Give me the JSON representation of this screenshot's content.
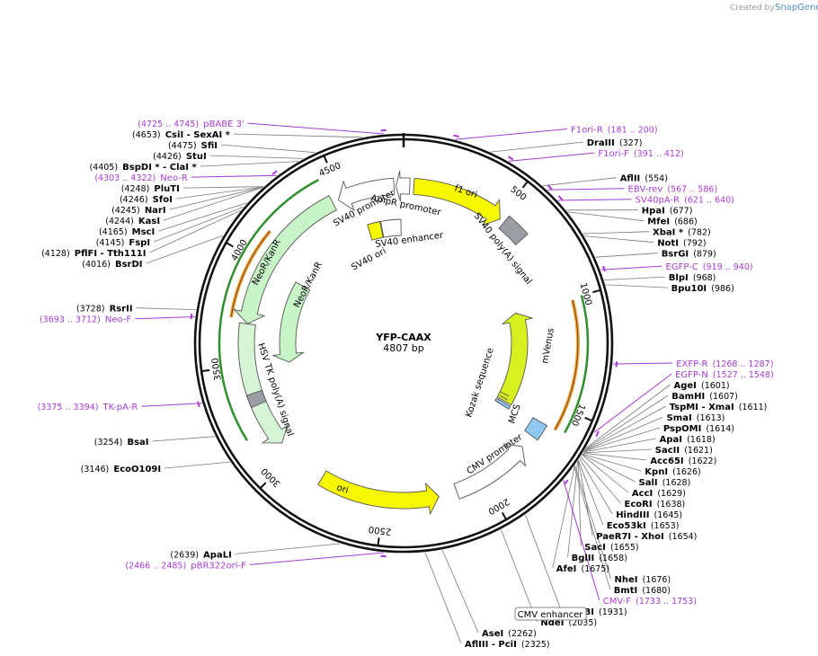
{
  "credit": {
    "prefix": "Created by",
    "brand": "SnapGene"
  },
  "plasmid": {
    "name": "YFP-CAAX",
    "size_label": "4807 bp",
    "length": 4807
  },
  "ticks": [
    {
      "pos": 500,
      "label": "500"
    },
    {
      "pos": 1000,
      "label": "1000"
    },
    {
      "pos": 1500,
      "label": "1500"
    },
    {
      "pos": 2000,
      "label": "2000"
    },
    {
      "pos": 2500,
      "label": "2500"
    },
    {
      "pos": 3000,
      "label": "3000"
    },
    {
      "pos": 3500,
      "label": "3500"
    },
    {
      "pos": 4000,
      "label": "4000"
    },
    {
      "pos": 4500,
      "label": "4500"
    }
  ],
  "features": [
    {
      "name": "f1 ori",
      "start": 50,
      "end": 505,
      "track": 1,
      "color": "#f7f700",
      "dir": 1,
      "arrow": true
    },
    {
      "name": "SV40 poly(A) signal",
      "start": 530,
      "end": 650,
      "track": 1,
      "color": "#9a9ea4",
      "dir": 0,
      "arrow": false
    },
    {
      "name": "mVenus",
      "start": 1000,
      "end": 1600,
      "track": 2,
      "color": "#d8f020",
      "dir": -1,
      "arrow": true
    },
    {
      "name": "EXFP tail",
      "start": 1610,
      "end": 1630,
      "track": 2,
      "color": "#8fc0f0",
      "dir": 0,
      "arrow": false
    },
    {
      "name": "MCS",
      "start": 1601,
      "end": 1680,
      "track": 1,
      "color": "#8fc8f0",
      "dir": 0,
      "arrow": false
    },
    {
      "name": "CMV promoter",
      "start": 1750,
      "end": 2140,
      "track": 1,
      "color": "#ffffff",
      "dir": -1,
      "arrow": true
    },
    {
      "name": "ori",
      "start": 2230,
      "end": 2820,
      "track": 1,
      "color": "#f7f700",
      "dir": -1,
      "arrow": true
    },
    {
      "name": "HSV TK poly(A) signal",
      "start": 3080,
      "end": 3700,
      "track": 1,
      "color": "#d6f5d6",
      "dir": -1,
      "arrow": true
    },
    {
      "name": "NeoR/KanR",
      "start": 3700,
      "end": 4450,
      "track": 1,
      "color": "#c8f5c8",
      "dir": -1,
      "arrow": true
    },
    {
      "name": "NeoR/KanR",
      "start": 3480,
      "end": 4000,
      "track": 2,
      "color": "#c8f5c8",
      "dir": -1,
      "arrow": true
    },
    {
      "name": "SV40 promoter",
      "start": 4480,
      "end": 4760,
      "track": 1,
      "color": "#ffffff",
      "dir": -1,
      "arrow": true
    },
    {
      "name": "AmpR promoter",
      "start": 4770,
      "end": 30,
      "track": 1,
      "color": "#ffffff",
      "dir": -1,
      "arrow": true
    },
    {
      "name": "SV40 ori",
      "start": 4580,
      "end": 4660,
      "track": 2,
      "color": "#f7f700",
      "dir": 0,
      "arrow": false
    },
    {
      "name": "SV40 enhancer",
      "start": 4665,
      "end": 4790,
      "track": 2,
      "color": "#ffffff",
      "dir": 0,
      "arrow": false
    },
    {
      "name": "HSV TK small",
      "start": 3300,
      "end": 3360,
      "track": 1,
      "color": "#9a9ea4",
      "dir": 0,
      "arrow": false
    }
  ],
  "orange_bands": [
    {
      "start": 1010,
      "end": 1600,
      "color": "#f2a33a"
    },
    {
      "start": 3720,
      "end": 4140,
      "color": "#f2a33a"
    }
  ],
  "green_bands": [
    {
      "start": 1000,
      "end": 1590,
      "color": "#2f8f2f"
    },
    {
      "start": 3180,
      "end": 4440,
      "color": "#2f8f2f"
    }
  ],
  "feature_labels": {
    "f1_ori": "f1 ori",
    "sv40_polya": "SV40 poly(A) signal",
    "ampr_promoter": "AmpR promoter",
    "sv40_promoter": "SV40 promoter",
    "sv40_enhancer": "SV40 enhancer",
    "sv40_ori": "SV40 ori",
    "neor_outer": "NeoR/KanR",
    "neor_inner": "NeoR/KanR",
    "hsv_tk": "HSV TK poly(A) signal",
    "ori": "ori",
    "cmv_promoter": "CMV promoter",
    "mcs": "MCS",
    "kozak": "Kozak sequence",
    "mvenus": "mVenus"
  },
  "sites": [
    {
      "kind": "rs",
      "name": "CsiI  - SexAI *",
      "pos": "(4653)",
      "anchor": 4653
    },
    {
      "kind": "rs",
      "name": "SfiI",
      "pos": "(4475)",
      "anchor": 4475
    },
    {
      "kind": "rs",
      "name": "StuI",
      "pos": "(4426)",
      "anchor": 4426
    },
    {
      "kind": "rs",
      "name": "BspDI *  - ClaI *",
      "pos": "(4405)",
      "anchor": 4405
    },
    {
      "kind": "pr",
      "name": "Neo-R",
      "pos": "(4303 .. 4322)",
      "anchor": 4312
    },
    {
      "kind": "rs",
      "name": "PluTI",
      "pos": "(4248)",
      "anchor": 4248
    },
    {
      "kind": "rs",
      "name": "SfoI",
      "pos": "(4246)",
      "anchor": 4246
    },
    {
      "kind": "rs",
      "name": "NarI",
      "pos": "(4245)",
      "anchor": 4245
    },
    {
      "kind": "rs",
      "name": "KasI",
      "pos": "(4244)",
      "anchor": 4244
    },
    {
      "kind": "rs",
      "name": "MscI",
      "pos": "(4165)",
      "anchor": 4165
    },
    {
      "kind": "rs",
      "name": "FspI",
      "pos": "(4145)",
      "anchor": 4145
    },
    {
      "kind": "rs",
      "name": "PflFI  - Tth111I",
      "pos": "(4128)",
      "anchor": 4128
    },
    {
      "kind": "rs",
      "name": "BsrDI",
      "pos": "(4016)",
      "anchor": 4016
    },
    {
      "kind": "rs",
      "name": "RsrII",
      "pos": "(3728)",
      "anchor": 3728
    },
    {
      "kind": "pr",
      "name": "Neo-F",
      "pos": "(3693 .. 3712)",
      "anchor": 3702
    },
    {
      "kind": "pr",
      "name": "TK-pA-R",
      "pos": "(3375 .. 3394)",
      "anchor": 3384
    },
    {
      "kind": "rs",
      "name": "BsaI",
      "pos": "(3254)",
      "anchor": 3254
    },
    {
      "kind": "rs",
      "name": "EcoO109I",
      "pos": "(3146)",
      "anchor": 3146
    },
    {
      "kind": "rs",
      "name": "ApaLI",
      "pos": "(2639)",
      "anchor": 2639
    },
    {
      "kind": "pr",
      "name": "pBR322ori-F",
      "pos": "(2466 .. 2485)",
      "anchor": 2476
    },
    {
      "kind": "rs",
      "name": "AflIII  - PciI",
      "pos": "(2325)",
      "anchor": 2325
    },
    {
      "kind": "rs",
      "name": "AseI",
      "pos": "(2262)",
      "anchor": 2262
    },
    {
      "kind": "rs",
      "name": "NdeI",
      "pos": "(2035)",
      "anchor": 2035
    },
    {
      "kind": "rs",
      "name": "SnaBI",
      "pos": "(1931)",
      "anchor": 1931
    },
    {
      "kind": "pr",
      "name": "CMV-F",
      "pos": "(1733 .. 1753)",
      "anchor": 1743
    },
    {
      "kind": "rs",
      "name": "BmtI",
      "pos": "(1680)",
      "anchor": 1680
    },
    {
      "kind": "rs",
      "name": "NheI",
      "pos": "(1676)",
      "anchor": 1676
    },
    {
      "kind": "rs",
      "name": "AfeI",
      "pos": "(1675)",
      "anchor": 1675
    },
    {
      "kind": "rs",
      "name": "BglII",
      "pos": "(1658)",
      "anchor": 1658
    },
    {
      "kind": "rs",
      "name": "SacI",
      "pos": "(1655)",
      "anchor": 1655
    },
    {
      "kind": "rs",
      "name": "PaeR7I  - XhoI",
      "pos": "(1654)",
      "anchor": 1654
    },
    {
      "kind": "rs",
      "name": "Eco53kI",
      "pos": "(1653)",
      "anchor": 1653
    },
    {
      "kind": "rs",
      "name": "HindIII",
      "pos": "(1645)",
      "anchor": 1645
    },
    {
      "kind": "rs",
      "name": "EcoRI",
      "pos": "(1638)",
      "anchor": 1638
    },
    {
      "kind": "rs",
      "name": "AccI",
      "pos": "(1629)",
      "anchor": 1629
    },
    {
      "kind": "rs",
      "name": "SalI",
      "pos": "(1628)",
      "anchor": 1628
    },
    {
      "kind": "rs",
      "name": "KpnI",
      "pos": "(1626)",
      "anchor": 1626
    },
    {
      "kind": "rs",
      "name": "Acc65I",
      "pos": "(1622)",
      "anchor": 1622
    },
    {
      "kind": "rs",
      "name": "SacII",
      "pos": "(1621)",
      "anchor": 1621
    },
    {
      "kind": "rs",
      "name": "ApaI",
      "pos": "(1618)",
      "anchor": 1618
    },
    {
      "kind": "rs",
      "name": "PspOMI",
      "pos": "(1614)",
      "anchor": 1614
    },
    {
      "kind": "rs",
      "name": "SmaI",
      "pos": "(1613)",
      "anchor": 1613
    },
    {
      "kind": "rs",
      "name": "TspMI  - XmaI",
      "pos": "(1611)",
      "anchor": 1611
    },
    {
      "kind": "rs",
      "name": "BamHI",
      "pos": "(1607)",
      "anchor": 1607
    },
    {
      "kind": "rs",
      "name": "AgeI",
      "pos": "(1601)",
      "anchor": 1601
    },
    {
      "kind": "pr",
      "name": "EGFP-N",
      "pos": "(1527 .. 1548)",
      "anchor": 1537
    },
    {
      "kind": "pr",
      "name": "EXFP-R",
      "pos": "(1268 .. 1287)",
      "anchor": 1277
    },
    {
      "kind": "rs",
      "name": "Bpu10I",
      "pos": "(986)",
      "anchor": 986
    },
    {
      "kind": "rs",
      "name": "BlpI",
      "pos": "(968)",
      "anchor": 968
    },
    {
      "kind": "pr",
      "name": "EGFP-C",
      "pos": "(919 .. 940)",
      "anchor": 929
    },
    {
      "kind": "rs",
      "name": "BsrGI",
      "pos": "(879)",
      "anchor": 879
    },
    {
      "kind": "rs",
      "name": "NotI",
      "pos": "(792)",
      "anchor": 792
    },
    {
      "kind": "rs",
      "name": "XbaI *",
      "pos": "(782)",
      "anchor": 782
    },
    {
      "kind": "rs",
      "name": "MfeI",
      "pos": "(686)",
      "anchor": 686
    },
    {
      "kind": "rs",
      "name": "HpaI",
      "pos": "(677)",
      "anchor": 677
    },
    {
      "kind": "pr",
      "name": "SV40pA-R",
      "pos": "(621 .. 640)",
      "anchor": 630
    },
    {
      "kind": "pr",
      "name": "EBV-rev",
      "pos": "(567 .. 586)",
      "anchor": 576
    },
    {
      "kind": "rs",
      "name": "AflII",
      "pos": "(554)",
      "anchor": 554
    },
    {
      "kind": "pr",
      "name": "F1ori-F",
      "pos": "(391 .. 412)",
      "anchor": 401
    },
    {
      "kind": "rs",
      "name": "DraIII",
      "pos": "(327)",
      "anchor": 327
    },
    {
      "kind": "pr",
      "name": "F1ori-R",
      "pos": "(181 .. 200)",
      "anchor": 190
    },
    {
      "kind": "pr",
      "name": "pBABE 3'",
      "pos": "(4725 .. 4745)",
      "anchor": 4735
    }
  ],
  "cmv_enhancer_label": "CMV enhancer"
}
